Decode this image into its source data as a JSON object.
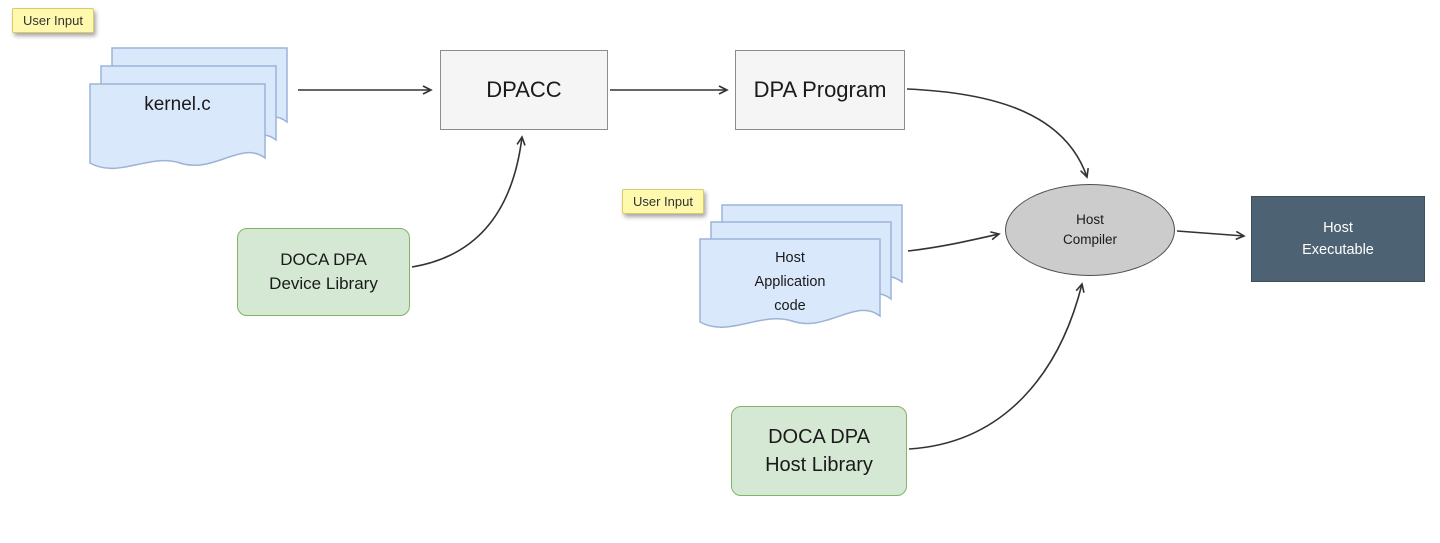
{
  "nodes": {
    "user_input_1": {
      "label": "User Input"
    },
    "kernel_docs": {
      "label": "kernel.c"
    },
    "dpacc": {
      "label": "DPACC"
    },
    "dpa_program": {
      "label": "DPA Program"
    },
    "device_library": {
      "line1": "DOCA DPA",
      "line2": "Device Library"
    },
    "user_input_2": {
      "label": "User Input"
    },
    "host_app_docs": {
      "line1": "Host",
      "line2": "Application",
      "line3": "code"
    },
    "host_compiler": {
      "line1": "Host",
      "line2": "Compiler"
    },
    "host_executable": {
      "line1": "Host",
      "line2": "Executable"
    },
    "host_library": {
      "line1": "DOCA DPA",
      "line2": "Host Library"
    }
  },
  "colors": {
    "document_fill": "#dae8fc",
    "document_border": "#9cb3d6",
    "process_fill": "#f5f5f5",
    "process_border": "#8c8c8c",
    "library_fill": "#d5e8d4",
    "library_border": "#82b366",
    "compiler_fill": "#cccccc",
    "compiler_border": "#4d4d4d",
    "executable_fill": "#4d6373",
    "executable_text": "#ffffff",
    "note_fill": "#fff9ae",
    "connector": "#333333"
  }
}
